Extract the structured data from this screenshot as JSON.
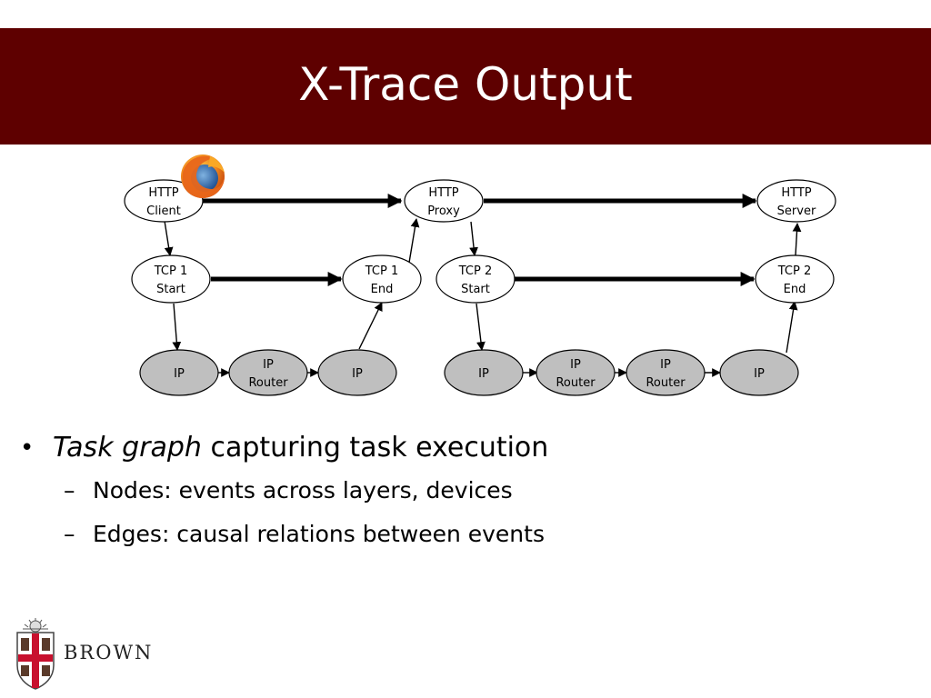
{
  "slide": {
    "title": "X-Trace Output"
  },
  "diagram": {
    "nodes": {
      "http_client": [
        "HTTP",
        "Client"
      ],
      "http_proxy": [
        "HTTP",
        "Proxy"
      ],
      "http_server": [
        "HTTP",
        "Server"
      ],
      "tcp1_start": [
        "TCP 1",
        "Start"
      ],
      "tcp1_end": [
        "TCP 1",
        "End"
      ],
      "tcp2_start": [
        "TCP 2",
        "Start"
      ],
      "tcp2_end": [
        "TCP 2",
        "End"
      ],
      "ip_a": [
        "IP"
      ],
      "ip_router_a": [
        "IP",
        "Router"
      ],
      "ip_b": [
        "IP"
      ],
      "ip_c": [
        "IP"
      ],
      "ip_router_b": [
        "IP",
        "Router"
      ],
      "ip_router_c": [
        "IP",
        "Router"
      ],
      "ip_d": [
        "IP"
      ]
    },
    "colors": {
      "white_node": "#ffffff",
      "gray_node": "#bfbfbf"
    },
    "browser_icon": "firefox-icon"
  },
  "bullets": {
    "main": {
      "italic": "Task graph",
      "rest": " capturing task execution"
    },
    "sub": [
      "Nodes: events across layers, devices",
      "Edges: causal relations between events"
    ],
    "dash": "–",
    "dot": "•"
  },
  "footer": {
    "logo_text": "BROWN"
  },
  "theme": {
    "accent": "#5e0000"
  }
}
